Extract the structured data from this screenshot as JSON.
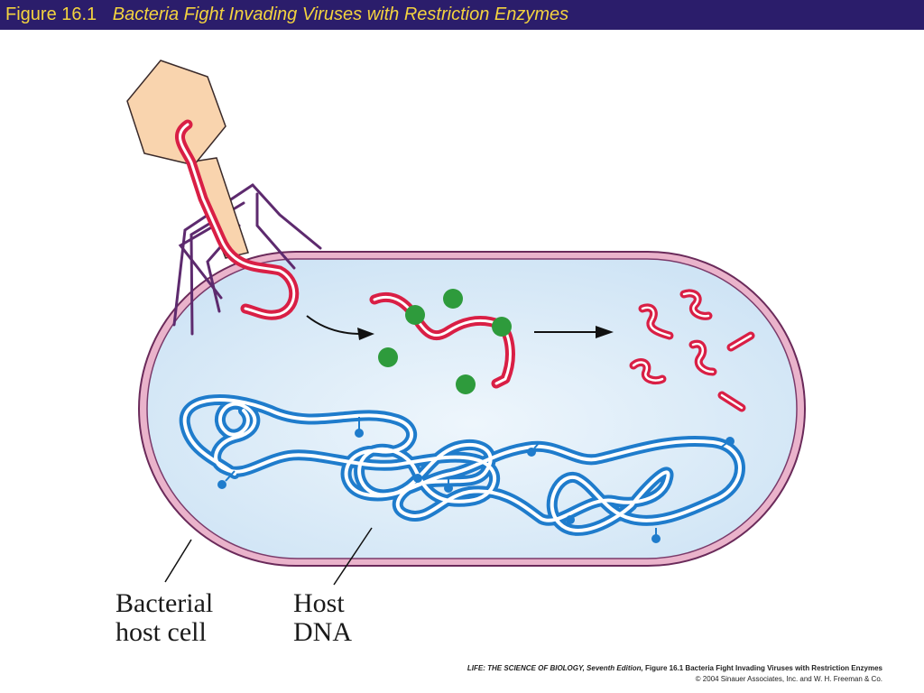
{
  "header": {
    "figure_number": "Figure 16.1",
    "figure_title": "Bacteria Fight Invading Viruses with Restriction Enzymes"
  },
  "labels": {
    "bacterial_host_cell": [
      "Bacterial",
      "host cell"
    ],
    "host_dna": [
      "Host",
      "DNA"
    ]
  },
  "credit": {
    "book_title": "LIFE: THE SCIENCE OF BIOLOGY, Seventh Edition,",
    "figure_caption": " Figure 16.1 Bacteria Fight Invading Viruses with Restriction Enzymes",
    "copyright": "© 2004 Sinauer Associates, Inc. and W. H. Freeman & Co."
  },
  "colors": {
    "header_background": "#2b1d6b",
    "header_text": "#f3d33f",
    "viral_dna": "#d91f45",
    "host_dna": "#1f7ccc",
    "restriction_enzyme": "#2e9b3c",
    "phage_head": "#f9d4ae",
    "phage_legs": "#5d2a6e",
    "cell_interior": "#d5e9f7",
    "cell_membrane": "#e8b0c8"
  }
}
